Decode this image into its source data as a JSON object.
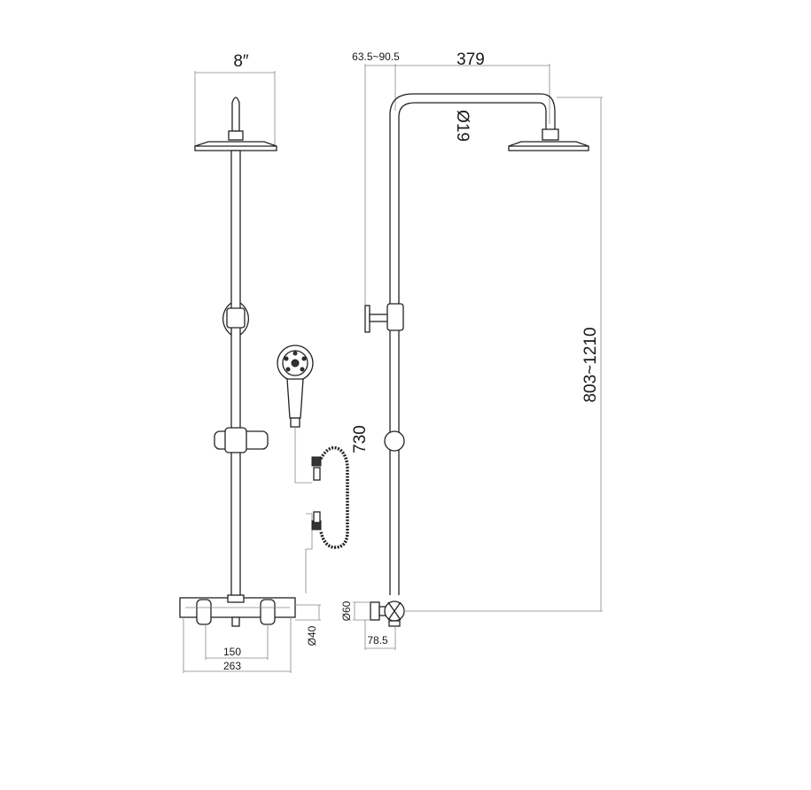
{
  "dimensions": {
    "head_diameter": "8″",
    "arm_offset": "63.5~90.5",
    "arm_reach": "379",
    "pipe_diameter": "Ø19",
    "height_range": "803~1210",
    "hose_length": "730",
    "outlet_diameter": "Ø60",
    "wall_depth": "78.5",
    "inlet_diameter": "Ø40",
    "inlet_spacing": "150",
    "mixer_width": "263"
  }
}
